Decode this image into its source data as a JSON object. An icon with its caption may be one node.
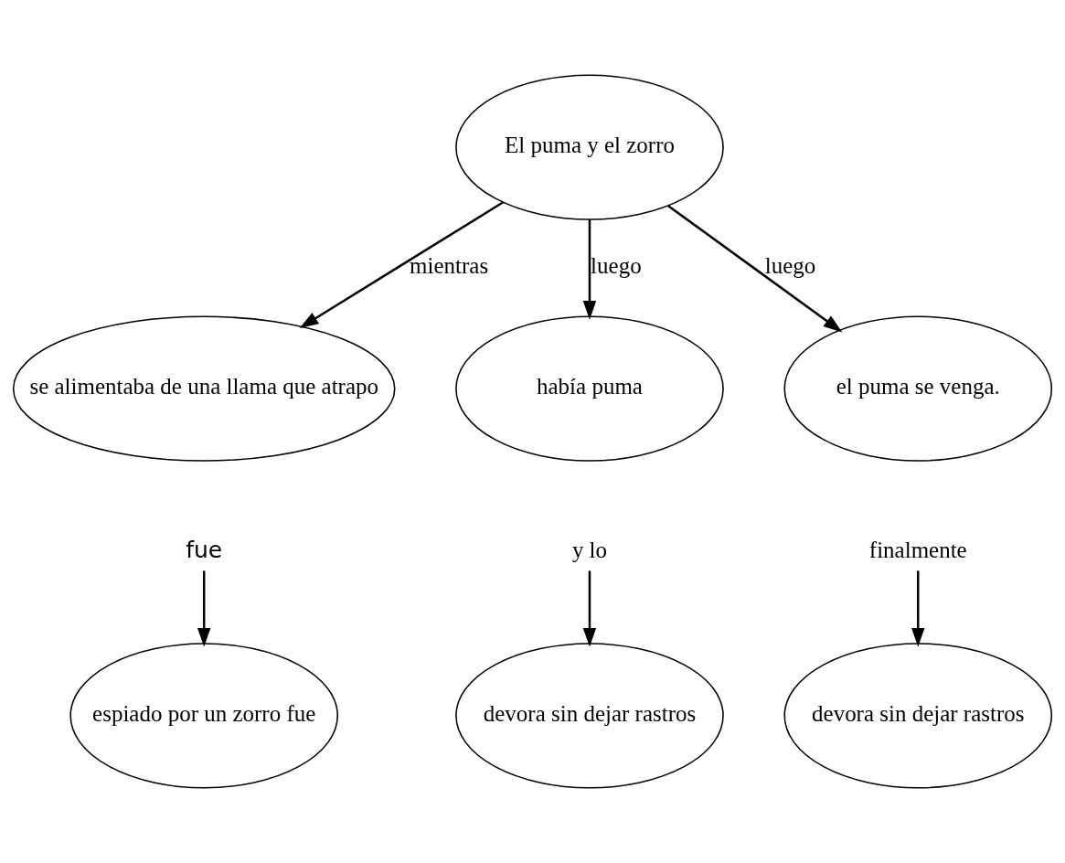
{
  "diagram": {
    "nodes": [
      {
        "text": [
          "El puma y el zorro"
        ]
      },
      {
        "text": [
          "se alimentaba de una llama que atrapo"
        ]
      },
      {
        "text": [
          "había puma"
        ]
      },
      {
        "text": [
          "el puma se venga."
        ]
      },
      {
        "text": [
          "fue"
        ]
      },
      {
        "text": [
          "y lo"
        ]
      },
      {
        "text": [
          "finalmente"
        ]
      },
      {
        "text": [
          "espiado por un zorro fue"
        ]
      },
      {
        "text": [
          "devora sin dejar rastros"
        ]
      },
      {
        "text": [
          "devora sin dejar rastros"
        ]
      }
    ],
    "edges": [
      {
        "from": 0,
        "to": 1,
        "arrow": "to",
        "label": "mientras"
      },
      {
        "from": 0,
        "to": 2,
        "arrow": "to",
        "label": "luego"
      },
      {
        "from": 0,
        "to": 3,
        "arrow": "to",
        "label": "luego"
      },
      {
        "from": 4,
        "to": 7,
        "arrow": "to"
      },
      {
        "from": 5,
        "to": 8,
        "arrow": "to"
      },
      {
        "from": 6,
        "to": 9,
        "arrow": "to"
      }
    ]
  }
}
